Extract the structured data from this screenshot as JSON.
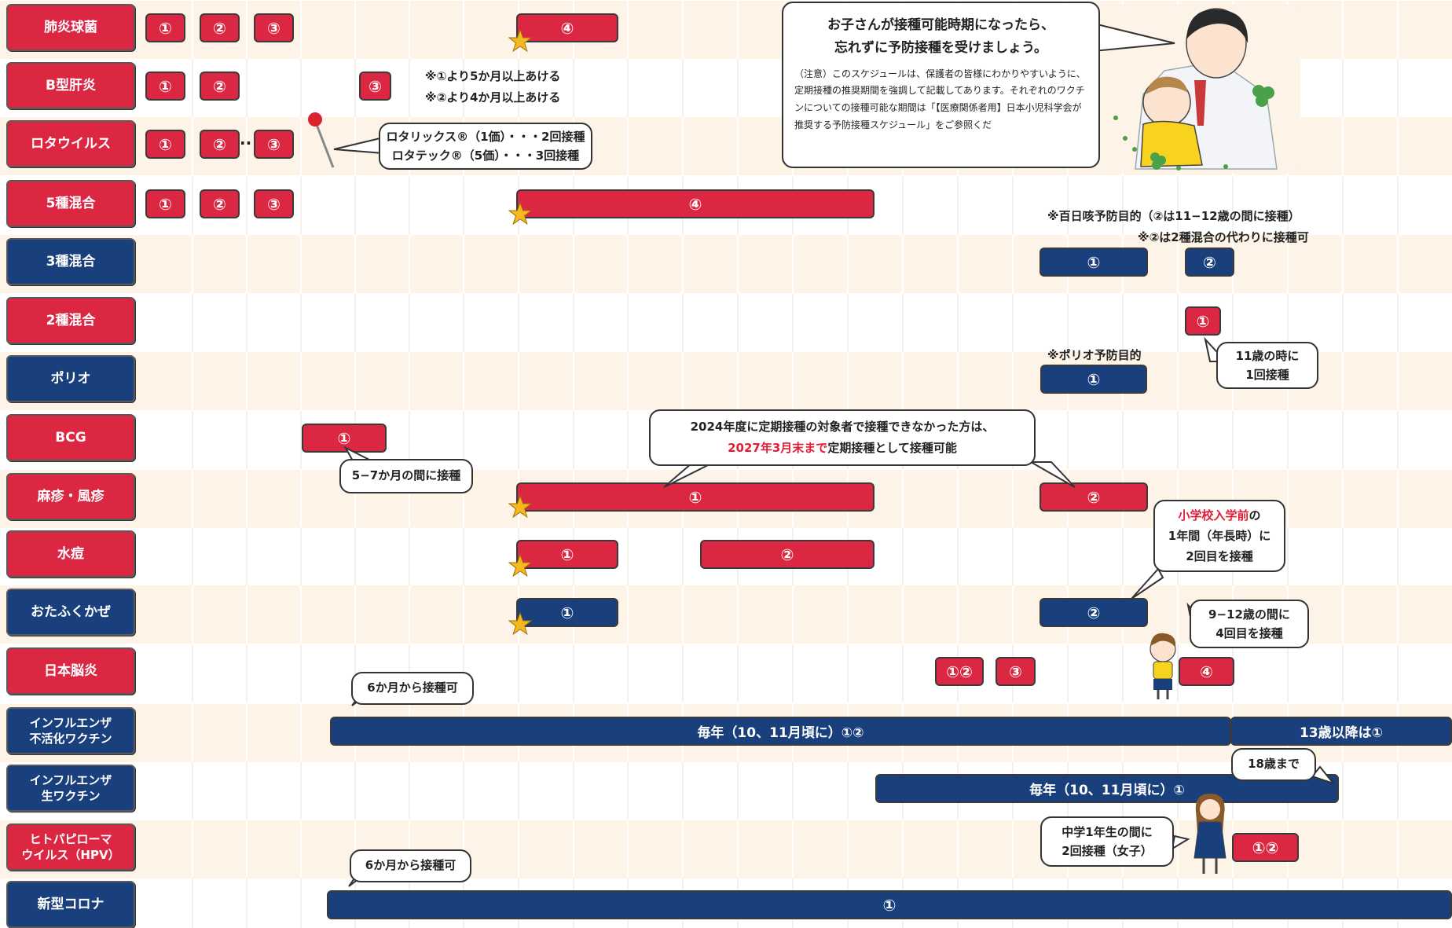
{
  "colors": {
    "red": "#dc2743",
    "blue": "#1a3f7d",
    "band": "#fdf3e7",
    "accent_text": "#e11d36"
  },
  "rows": [
    {
      "label": "肺炎球菌",
      "color": "red"
    },
    {
      "label": "B型肝炎",
      "color": "red"
    },
    {
      "label": "ロタウイルス",
      "color": "red"
    },
    {
      "label": "5種混合",
      "color": "red"
    },
    {
      "label": "3種混合",
      "color": "blue"
    },
    {
      "label": "2種混合",
      "color": "red"
    },
    {
      "label": "ポリオ",
      "color": "blue"
    },
    {
      "label": "BCG",
      "color": "red"
    },
    {
      "label": "麻疹・風疹",
      "color": "red"
    },
    {
      "label": "水痘",
      "color": "red"
    },
    {
      "label": "おたふくかぜ",
      "color": "blue"
    },
    {
      "label": "日本脳炎",
      "color": "red"
    },
    {
      "label": "インフルエンザ\n不活化ワクチン",
      "color": "blue"
    },
    {
      "label": "インフルエンザ\n生ワクチン",
      "color": "blue"
    },
    {
      "label": "ヒトパピローマ\nウイルス（HPV）",
      "color": "red"
    },
    {
      "label": "新型コロナ",
      "color": "blue"
    }
  ],
  "bars": [
    {
      "row": 0,
      "text": "①",
      "color": "red"
    },
    {
      "row": 0,
      "text": "②",
      "color": "red"
    },
    {
      "row": 0,
      "text": "③",
      "color": "red"
    },
    {
      "row": 0,
      "text": "④",
      "color": "red"
    },
    {
      "row": 1,
      "text": "①",
      "color": "red"
    },
    {
      "row": 1,
      "text": "②",
      "color": "red"
    },
    {
      "row": 1,
      "text": "③",
      "color": "red"
    },
    {
      "row": 2,
      "text": "①",
      "color": "red"
    },
    {
      "row": 2,
      "text": "②",
      "color": "red"
    },
    {
      "row": 2,
      "text": "③",
      "color": "red"
    },
    {
      "row": 3,
      "text": "①",
      "color": "red"
    },
    {
      "row": 3,
      "text": "②",
      "color": "red"
    },
    {
      "row": 3,
      "text": "③",
      "color": "red"
    },
    {
      "row": 3,
      "text": "④",
      "color": "red"
    },
    {
      "row": 4,
      "text": "①",
      "color": "blue"
    },
    {
      "row": 4,
      "text": "②",
      "color": "blue"
    },
    {
      "row": 5,
      "text": "①",
      "color": "red"
    },
    {
      "row": 6,
      "text": "①",
      "color": "blue"
    },
    {
      "row": 7,
      "text": "①",
      "color": "red"
    },
    {
      "row": 8,
      "text": "①",
      "color": "red"
    },
    {
      "row": 8,
      "text": "②",
      "color": "red"
    },
    {
      "row": 9,
      "text": "①",
      "color": "red"
    },
    {
      "row": 9,
      "text": "②",
      "color": "red"
    },
    {
      "row": 10,
      "text": "①",
      "color": "blue"
    },
    {
      "row": 10,
      "text": "②",
      "color": "blue"
    },
    {
      "row": 11,
      "text": "①②",
      "color": "red"
    },
    {
      "row": 11,
      "text": "③",
      "color": "red"
    },
    {
      "row": 11,
      "text": "④",
      "color": "red"
    },
    {
      "row": 12,
      "text": "毎年（10、11月頃に）①②",
      "color": "blue"
    },
    {
      "row": 12,
      "text": "13歳以降は①",
      "color": "blue"
    },
    {
      "row": 13,
      "text": "毎年（10、11月頃に）①",
      "color": "blue"
    },
    {
      "row": 14,
      "text": "①②",
      "color": "red"
    },
    {
      "row": 15,
      "text": "①",
      "color": "blue"
    }
  ],
  "notes": {
    "hepb_1": "※①より5か月以上あける",
    "hepb_2": "※②より4か月以上あける",
    "dtp3_1": "※百日咳予防目的（②は11−12歳の間に接種）",
    "dtp3_2": "※②は2種混合の代わりに接種可",
    "polio": "※ポリオ予防目的",
    "rota_dots": "··"
  },
  "callouts": {
    "main_title_1": "お子さんが接種可能時期になったら、",
    "main_title_2": "忘れずに予防接種を受けましょう。",
    "main_note": "（注意）このスケジュールは、保護者の皆様にわかりやすいように、定期接種の推奨期間を強調して記載してあります。それぞれのワクチンについての接種可能な期間は「【医療関係者用】日本小児科学会が推奨する予防接種スケジュール」をご参照くだ",
    "rota_1": "ロタリックス®（1価）・・・2回接種",
    "rota_2": "ロタテック®（5価）・・・3回接種",
    "dt2_1": "11歳の時に",
    "dt2_2": "1回接種",
    "bcg": "5−7か月の間に接種",
    "mr_main_1": "2024年度に定期接種の対象者で接種できなかった方は、",
    "mr_main_red": "2027年3月末まで",
    "mr_main_rest": "定期接種として接種可能",
    "mr2_red": "小学校入学前",
    "mr2_1": "の",
    "mr2_2": "1年間（年長時）に",
    "mr2_3": "2回目を接種",
    "je_1": "9−12歳の間に",
    "je_2": "4回目を接種",
    "flu6m": "6か月から接種可",
    "flu18": "18歳まで",
    "hpv_1": "中学1年生の間に",
    "hpv_2": "2回接種（女子）",
    "covid6m": "6か月から接種可"
  },
  "icons": [
    "star-icon",
    "dropper-icon",
    "clover-icon",
    "doctor-illustration",
    "boy-illustration",
    "girl-illustration"
  ]
}
